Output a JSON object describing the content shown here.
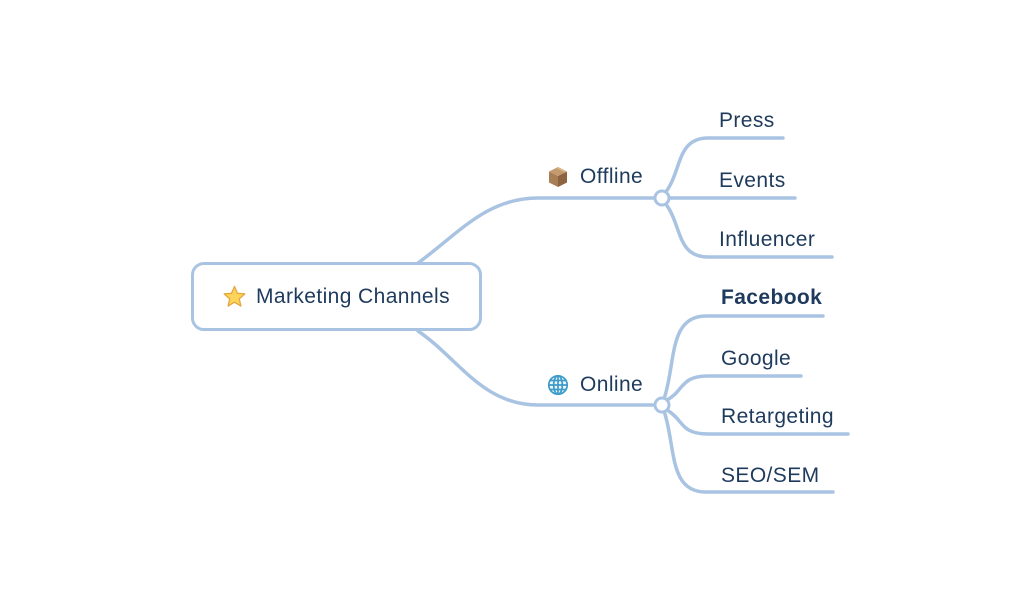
{
  "colors": {
    "branch": "#a9c3e2",
    "text": "#1e3a5c",
    "node_bg": "#ffffff",
    "globe_blue": "#3d9bc9",
    "globe_fill": "#eef7fc",
    "star_yellow": "#fcd45a",
    "star_outline": "#e3a43a",
    "box_top": "#c59a6f",
    "box_left": "#a87e57",
    "box_right": "#8e6440"
  },
  "mindmap": {
    "root": {
      "label": "Marketing Channels",
      "icon": "star-icon",
      "children": [
        {
          "label": "Offline",
          "icon": "package-icon",
          "children": [
            {
              "label": "Press"
            },
            {
              "label": "Events"
            },
            {
              "label": "Influencer"
            }
          ]
        },
        {
          "label": "Online",
          "icon": "globe-icon",
          "children": [
            {
              "label": "Facebook",
              "bold": true
            },
            {
              "label": "Google"
            },
            {
              "label": "Retargeting"
            },
            {
              "label": "SEO/SEM"
            }
          ]
        }
      ]
    }
  }
}
